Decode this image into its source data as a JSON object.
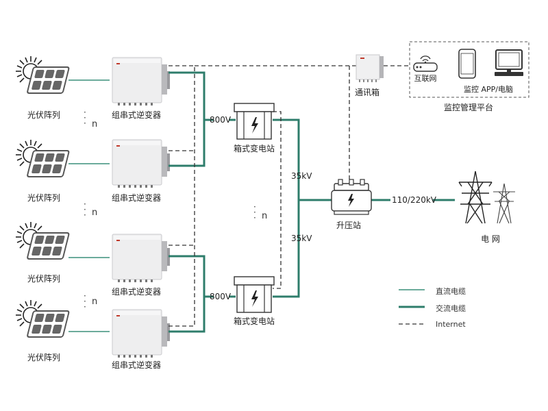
{
  "labels": {
    "pv_array": "光伏阵列",
    "string_inverter": "组串式逆变器",
    "box_substation": "箱式变电站",
    "step_up_station": "升压站",
    "grid": "电 网",
    "comm_box": "通讯箱",
    "internet": "互联网",
    "monitor_app": "监控 APP/电脑",
    "monitor_platform": "监控管理平台",
    "v800": "800V",
    "v35k": "35kV",
    "v110": "110/220kV",
    "n": "n"
  },
  "legend": {
    "dc": "直流电缆",
    "ac": "交流电缆",
    "internet": "Internet"
  },
  "colors": {
    "dc_line": "#3a8f7a",
    "ac_line": "#2e7d6b",
    "dash": "#333333",
    "inverter_body": "#ededee",
    "panel_cell": "#6b6b6b"
  }
}
